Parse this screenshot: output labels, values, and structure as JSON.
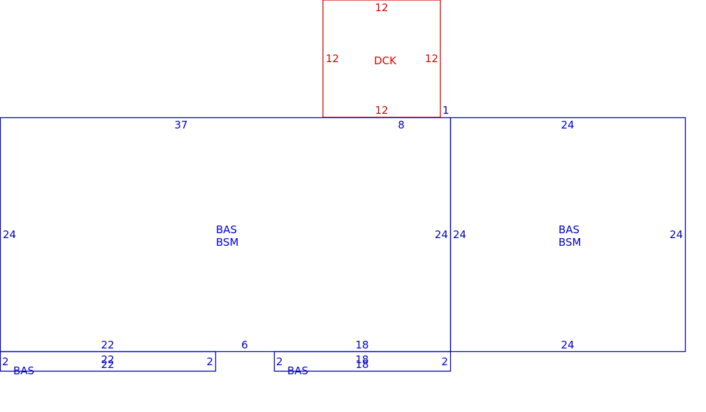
{
  "colors": {
    "deck": "#dd0000",
    "base": "#0000cc",
    "background": "#ffffff"
  },
  "deck": {
    "top": "12",
    "left": "12",
    "right": "12",
    "bottom": "12",
    "label": "DCK"
  },
  "main_area": {
    "top_left": "37",
    "top_right": "8",
    "corner_note": "1",
    "left": "24",
    "right": "24",
    "label_line1": "BAS",
    "label_line2": "BSM",
    "bottom_left": "22",
    "bottom_mid": "6",
    "bottom_right": "18"
  },
  "right_area": {
    "top": "24",
    "left": "24",
    "right": "24",
    "bottom": "24",
    "label_line1": "BAS",
    "label_line2": "BSM"
  },
  "small_left": {
    "top": "22",
    "bottom": "22",
    "left": "2",
    "right": "2",
    "label": "BAS"
  },
  "small_right": {
    "top": "18",
    "bottom": "18",
    "left": "2",
    "right": "2",
    "label": "BAS"
  }
}
